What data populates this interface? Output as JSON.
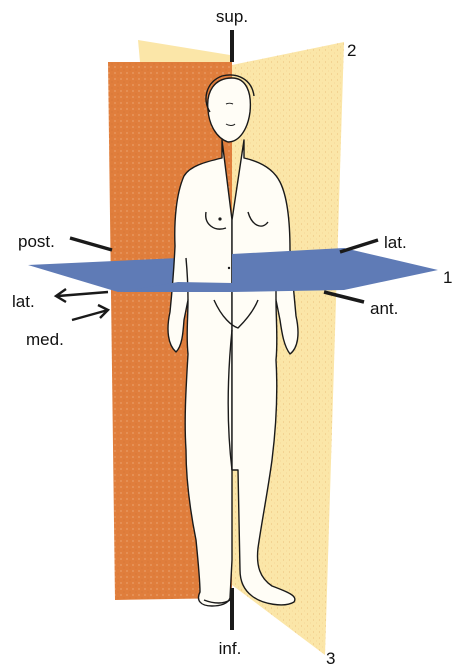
{
  "labels": {
    "superior": "sup.",
    "inferior": "inf.",
    "posterior": "post.",
    "lateral_left": "lat.",
    "lateral_right": "lat.",
    "medial": "med.",
    "anterior": "ant."
  },
  "plane_numbers": {
    "transverse": "1",
    "frontal": "2",
    "sagittal": "3"
  },
  "colors": {
    "frontal_plane": "#e07e3c",
    "sagittal_plane": "#fbe6a8",
    "transverse_plane": "#5f7bb6",
    "outline": "#1a1a1a",
    "background": "#ffffff"
  }
}
